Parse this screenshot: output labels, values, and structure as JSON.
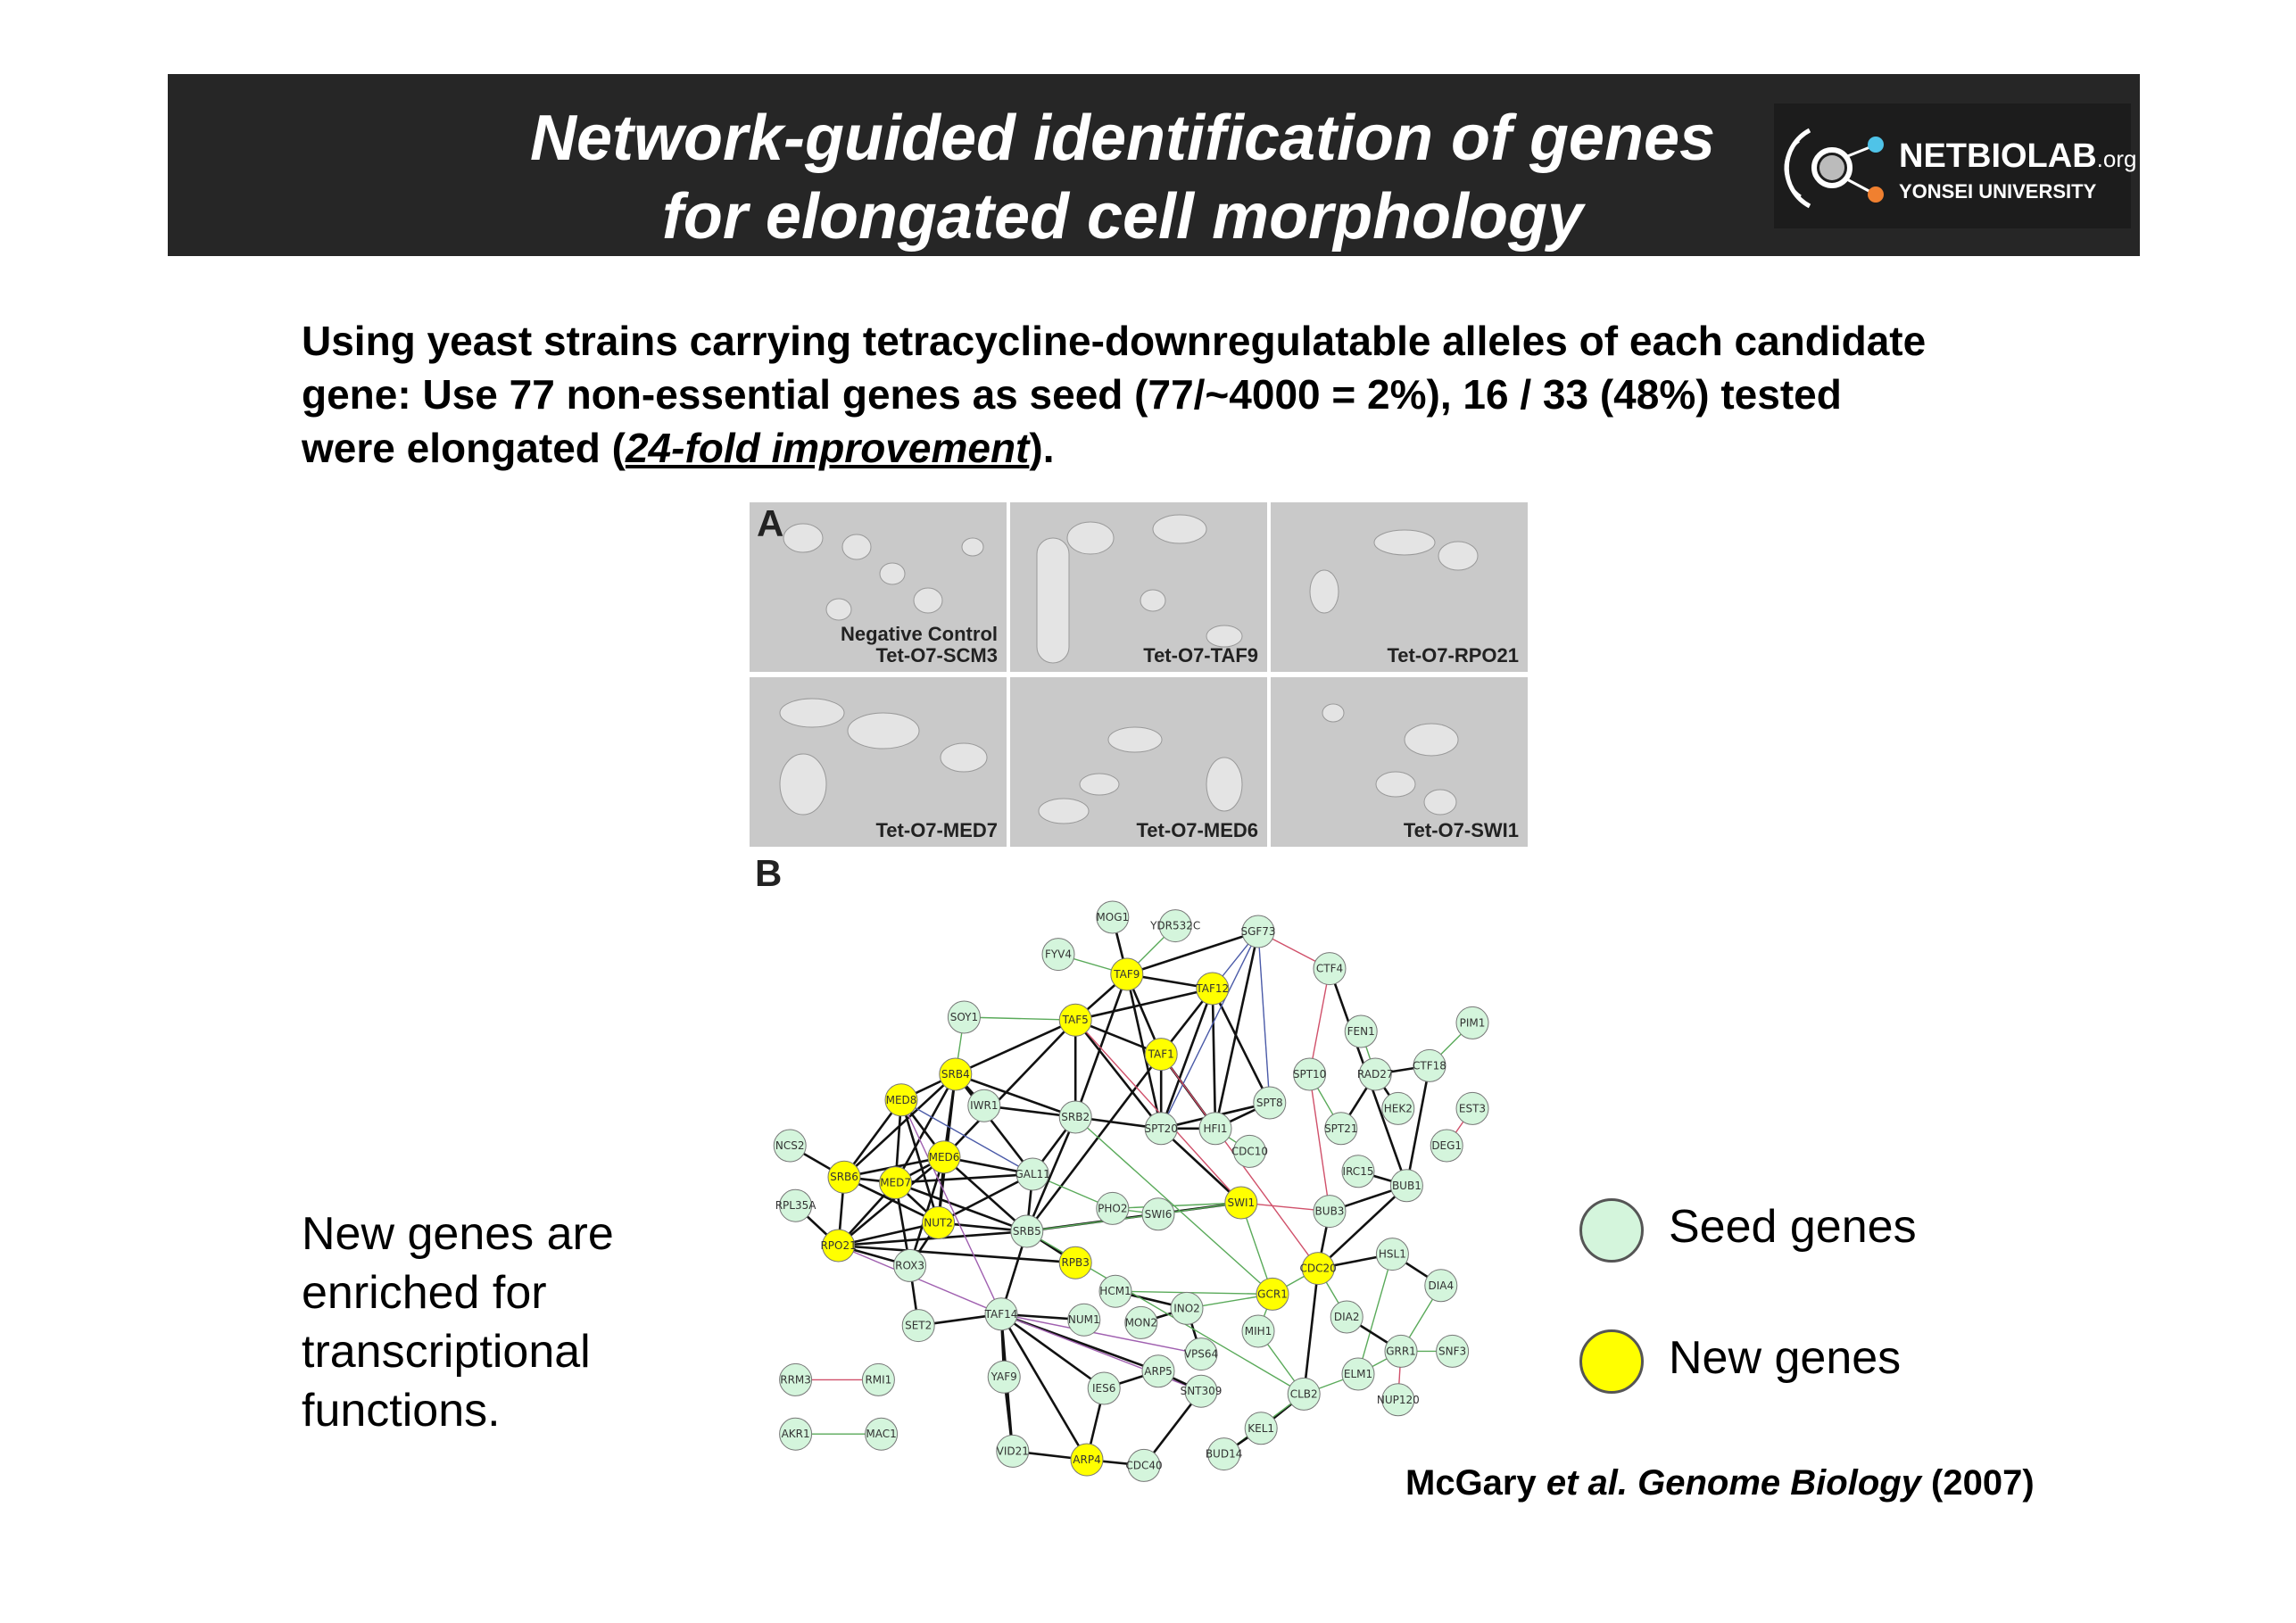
{
  "header": {
    "title_line1": "Network-guided identification of genes",
    "title_line2": "for elongated cell morphology",
    "logo_main": "NETBIOLAB",
    "logo_org": ".org",
    "logo_sub": "YONSEI UNIVERSITY"
  },
  "intro": {
    "line1": "Using yeast strains carrying tetracycline-downregulatable alleles of each candidate",
    "line2": "gene: Use 77 non-essential genes as seed (77/~4000 = 2%),  16 / 33 (48%) tested",
    "line3_pre": "were elongated (",
    "line3_em": "24-fold improvement",
    "line3_post": ")."
  },
  "panel_a": {
    "letter": "A",
    "cells": [
      {
        "label1": "Negative Control",
        "label2": "Tet-O7-SCM3"
      },
      {
        "label1": "",
        "label2": "Tet-O7-TAF9"
      },
      {
        "label1": "",
        "label2": "Tet-O7-RPO21"
      },
      {
        "label1": "",
        "label2": "Tet-O7-MED7"
      },
      {
        "label1": "",
        "label2": "Tet-O7-MED6"
      },
      {
        "label1": "",
        "label2": "Tet-O7-SWI1"
      }
    ]
  },
  "panel_b": {
    "letter": "B"
  },
  "network": {
    "seed_color": "#d4f5dc",
    "new_color": "#ffff00",
    "nodes": [
      {
        "id": "MOG1",
        "type": "seed"
      },
      {
        "id": "YDR532C",
        "type": "seed"
      },
      {
        "id": "SGF73",
        "type": "seed"
      },
      {
        "id": "FYV4",
        "type": "seed"
      },
      {
        "id": "TAF9",
        "type": "new"
      },
      {
        "id": "TAF12",
        "type": "new"
      },
      {
        "id": "CTF4",
        "type": "seed"
      },
      {
        "id": "SOY1",
        "type": "seed"
      },
      {
        "id": "TAF5",
        "type": "new"
      },
      {
        "id": "FEN1",
        "type": "seed"
      },
      {
        "id": "PIM1",
        "type": "seed"
      },
      {
        "id": "TAF1",
        "type": "new"
      },
      {
        "id": "CTF18",
        "type": "seed"
      },
      {
        "id": "SRB4",
        "type": "new"
      },
      {
        "id": "SPT10",
        "type": "seed"
      },
      {
        "id": "RAD27",
        "type": "seed"
      },
      {
        "id": "MED8",
        "type": "new"
      },
      {
        "id": "IWR1",
        "type": "seed"
      },
      {
        "id": "SRB2",
        "type": "seed"
      },
      {
        "id": "SPT8",
        "type": "seed"
      },
      {
        "id": "HEK2",
        "type": "seed"
      },
      {
        "id": "EST3",
        "type": "seed"
      },
      {
        "id": "SPT20",
        "type": "seed"
      },
      {
        "id": "HFI1",
        "type": "seed"
      },
      {
        "id": "SPT21",
        "type": "seed"
      },
      {
        "id": "DEG1",
        "type": "seed"
      },
      {
        "id": "NCS2",
        "type": "seed"
      },
      {
        "id": "MED6",
        "type": "new"
      },
      {
        "id": "CDC10",
        "type": "seed"
      },
      {
        "id": "IRC15",
        "type": "seed"
      },
      {
        "id": "SRB6",
        "type": "new"
      },
      {
        "id": "MED7",
        "type": "new"
      },
      {
        "id": "GAL11",
        "type": "seed"
      },
      {
        "id": "BUB1",
        "type": "seed"
      },
      {
        "id": "RPL35A",
        "type": "seed"
      },
      {
        "id": "PHO2",
        "type": "seed"
      },
      {
        "id": "SWI6",
        "type": "seed"
      },
      {
        "id": "SWI1",
        "type": "new"
      },
      {
        "id": "BUB3",
        "type": "seed"
      },
      {
        "id": "NUT2",
        "type": "new"
      },
      {
        "id": "SRB5",
        "type": "seed"
      },
      {
        "id": "RPO21",
        "type": "new"
      },
      {
        "id": "HSL1",
        "type": "seed"
      },
      {
        "id": "ROX3",
        "type": "seed"
      },
      {
        "id": "RPB3",
        "type": "new"
      },
      {
        "id": "CDC20",
        "type": "new"
      },
      {
        "id": "DIA4",
        "type": "seed"
      },
      {
        "id": "HCM1",
        "type": "seed"
      },
      {
        "id": "GCR1",
        "type": "new"
      },
      {
        "id": "TAF14",
        "type": "seed"
      },
      {
        "id": "INO2",
        "type": "seed"
      },
      {
        "id": "NUM1",
        "type": "seed"
      },
      {
        "id": "MON2",
        "type": "seed"
      },
      {
        "id": "DIA2",
        "type": "seed"
      },
      {
        "id": "SET2",
        "type": "seed"
      },
      {
        "id": "MIH1",
        "type": "seed"
      },
      {
        "id": "VPS64",
        "type": "seed"
      },
      {
        "id": "GRR1",
        "type": "seed"
      },
      {
        "id": "SNF3",
        "type": "seed"
      },
      {
        "id": "ELM1",
        "type": "seed"
      },
      {
        "id": "RRM3",
        "type": "seed"
      },
      {
        "id": "RMI1",
        "type": "seed"
      },
      {
        "id": "YAF9",
        "type": "seed"
      },
      {
        "id": "IES6",
        "type": "seed"
      },
      {
        "id": "ARP5",
        "type": "seed"
      },
      {
        "id": "SNT309",
        "type": "seed"
      },
      {
        "id": "CLB2",
        "type": "seed"
      },
      {
        "id": "NUP120",
        "type": "seed"
      },
      {
        "id": "KEL1",
        "type": "seed"
      },
      {
        "id": "AKR1",
        "type": "seed"
      },
      {
        "id": "MAC1",
        "type": "seed"
      },
      {
        "id": "BUD14",
        "type": "seed"
      },
      {
        "id": "VID21",
        "type": "seed"
      },
      {
        "id": "ARP4",
        "type": "new"
      },
      {
        "id": "CDC40",
        "type": "seed"
      }
    ]
  },
  "caption": {
    "line1": "New genes are",
    "line2": "enriched for",
    "line3": "transcriptional",
    "line4": "functions."
  },
  "legend": {
    "seed_label": "Seed genes",
    "new_label": "New genes"
  },
  "citation": {
    "author": "McGary ",
    "etal": "et al. Genome Biology",
    "year": " (2007)"
  }
}
